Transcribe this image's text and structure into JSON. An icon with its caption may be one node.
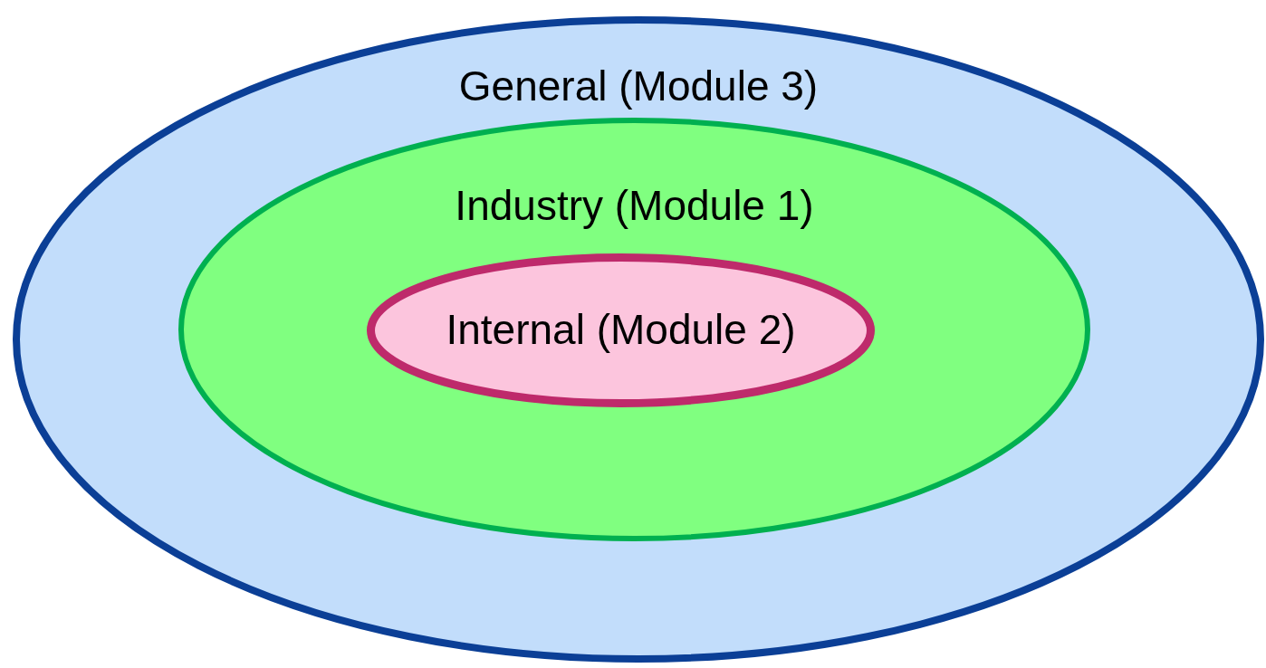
{
  "diagram": {
    "nodes": [
      {
        "text": [
          "General (Module 3)"
        ]
      },
      {
        "text": [
          "Industry (Module 1)"
        ],
        "in": 0
      },
      {
        "text": [
          "Internal (Module 2)"
        ],
        "in": 1
      }
    ]
  }
}
